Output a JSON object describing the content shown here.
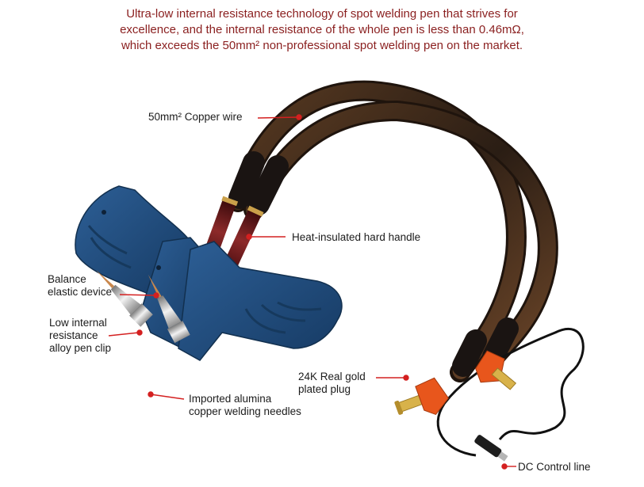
{
  "headline": {
    "line1": "Ultra-low internal resistance technology of spot welding pen that strives for",
    "line2": "excellence, and the internal resistance of the whole pen is less than 0.46mΩ,",
    "line3": "which exceeds the 50mm² non-professional spot welding pen on the market."
  },
  "callouts": {
    "copper_wire": "50mm² Copper wire",
    "handle": "Heat-insulated hard handle",
    "balance_1": "Balance",
    "balance_2": "elastic device",
    "clip_1": "Low internal",
    "clip_2": "resistance",
    "clip_3": "alloy pen clip",
    "plug_1": "24K Real gold",
    "plug_2": "plated plug",
    "needles_1": "Imported alumina",
    "needles_2": "copper welding needles",
    "dc_line": "DC Control line"
  },
  "colors": {
    "headline": "#8a1f1f",
    "leader": "#d42020",
    "pen_body": "#1f4a7a",
    "braid": "#3a2a1e",
    "plug_housing": "#e8561c",
    "gold": "#d8b24a"
  }
}
